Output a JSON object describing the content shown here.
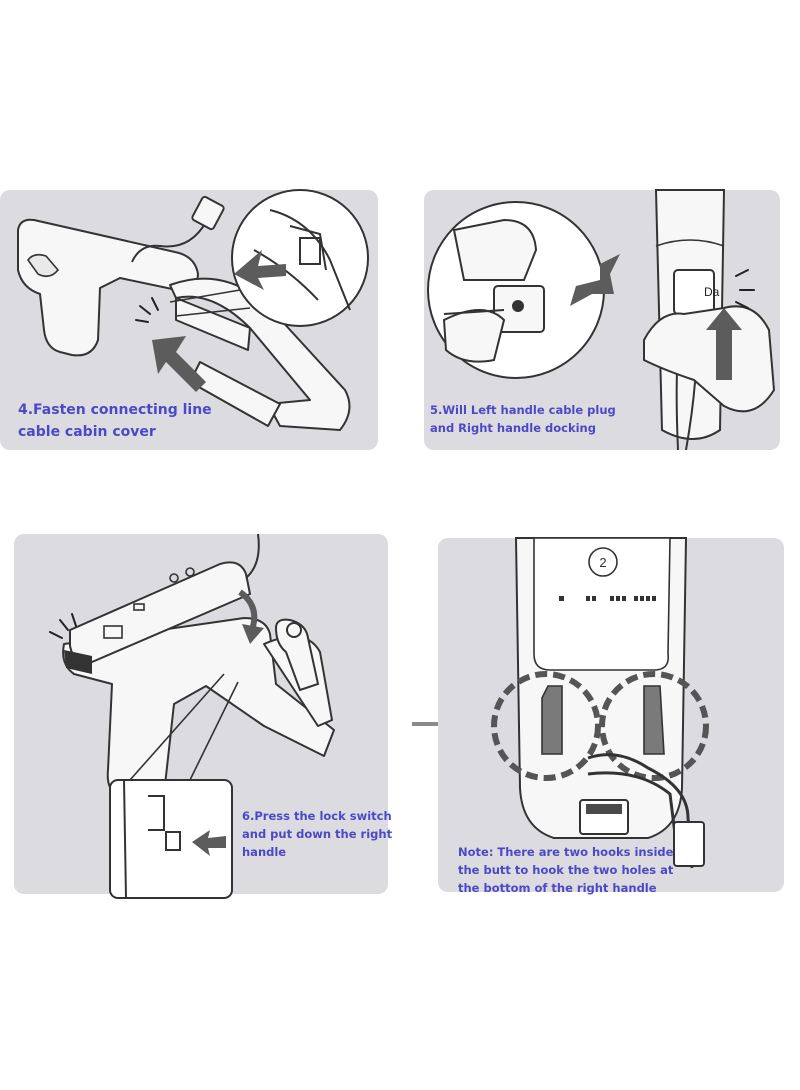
{
  "steps": [
    {
      "lines": [
        "4.Fasten connecting line",
        "cable cabin cover"
      ]
    },
    {
      "lines": [
        "5.Will Left handle cable plug",
        "and Right handle docking"
      ]
    },
    {
      "lines": [
        "6.Press the lock switch",
        "and put down the right",
        "handle"
      ]
    },
    {
      "lines": [
        "Note: There are two hooks inside",
        "the butt to hook the two holes at",
        "the bottom of the right handle"
      ]
    }
  ],
  "labels": {
    "plug_tag": "Da",
    "player_number": "2"
  },
  "colors": {
    "panel_bg": "#dcdbdf",
    "caption": "#4b49c8",
    "arrow": "#5c5c5c"
  }
}
